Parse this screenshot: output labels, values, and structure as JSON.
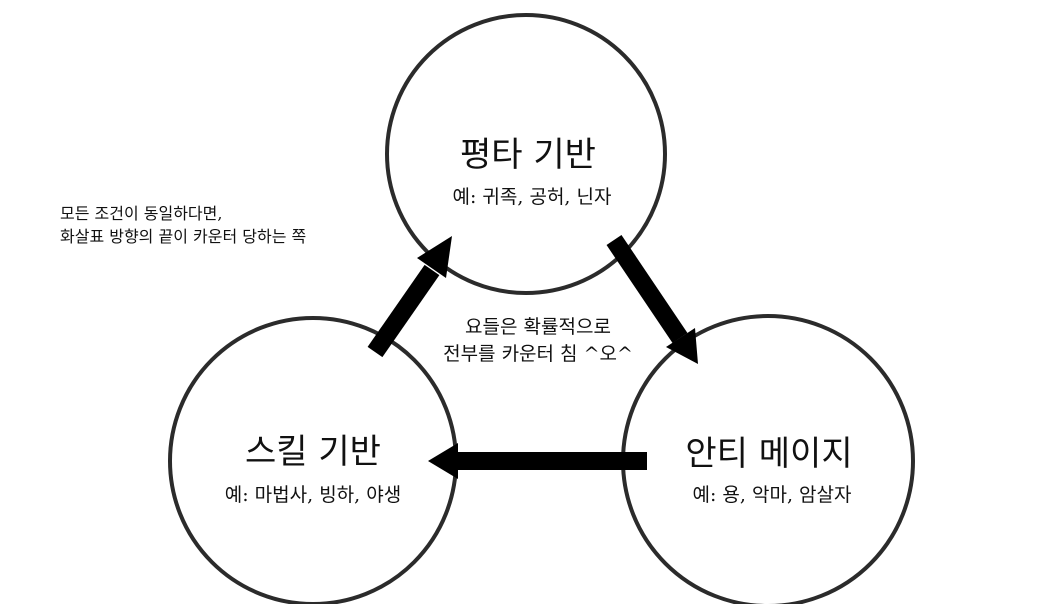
{
  "note": {
    "line1": "모든 조건이 동일하다면,",
    "line2": "화살표 방향의 끝이 카운터 당하는 쪽"
  },
  "nodes": {
    "top": {
      "title": "평타 기반",
      "example": "예: 귀족, 공허, 닌자"
    },
    "left": {
      "title": "스킬 기반",
      "example": "예: 마법사, 빙하, 야생"
    },
    "right": {
      "title": "안티 메이지",
      "example": "예: 용, 악마, 암살자"
    }
  },
  "center_note": {
    "line1": "요들은 확률적으로",
    "line2": "전부를 카운터 침 ^오^"
  },
  "colors": {
    "arrow": "#000000",
    "circle_stroke": "#2b2b2b",
    "text": "#111111"
  }
}
